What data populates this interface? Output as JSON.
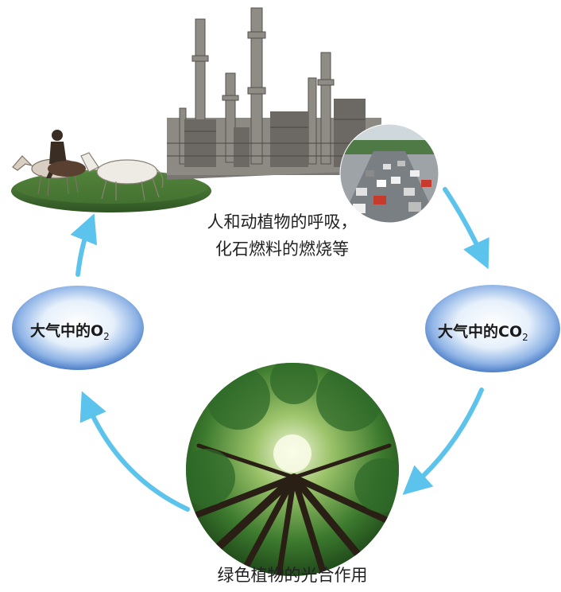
{
  "caption_top": {
    "line1": "人和动植物的呼吸，",
    "line2": "化石燃料的燃烧等"
  },
  "caption_bottom": "绿色植物的光合作用",
  "left_node": {
    "text": "大气中的O",
    "sub": "2"
  },
  "right_node": {
    "text": "大气中的CO",
    "sub": "2"
  },
  "colors": {
    "arrow": "#5cc4ec",
    "sky": "#cfe2f4",
    "cloud_edge": "#2c63b6",
    "grass": "#3f6d32",
    "factory": "#6f6b66",
    "forest": "#2f6a2a"
  },
  "icons": {
    "horse_scene": "horse-rider-illustration",
    "factory": "factory-chimneys-illustration",
    "traffic": "car-traffic-illustration",
    "forest": "forest-canopy-illustration"
  }
}
